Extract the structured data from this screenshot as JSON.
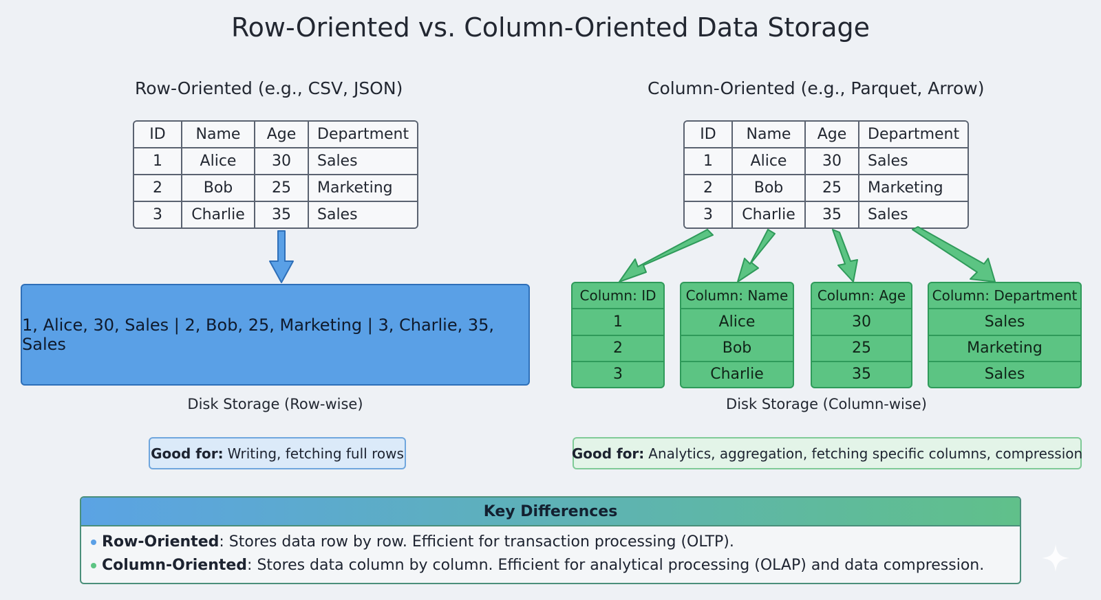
{
  "title": "Row-Oriented vs. Column-Oriented Data Storage",
  "row_section": {
    "heading": "Row-Oriented (e.g., CSV, JSON)",
    "storage_text": "1, Alice, 30, Sales | 2, Bob, 25, Marketing | 3, Charlie, 35, Sales",
    "caption": "Disk Storage (Row-wise)",
    "good_for_label": "Good for:",
    "good_for_text": "Writing, fetching full rows"
  },
  "column_section": {
    "heading": "Column-Oriented (e.g., Parquet, Arrow)",
    "columns": [
      {
        "header": "Column: ID",
        "values": [
          "1",
          "2",
          "3"
        ]
      },
      {
        "header": "Column: Name",
        "values": [
          "Alice",
          "Bob",
          "Charlie"
        ]
      },
      {
        "header": "Column: Age",
        "values": [
          "30",
          "25",
          "35"
        ]
      },
      {
        "header": "Column: Department",
        "values": [
          "Sales",
          "Marketing",
          "Sales"
        ]
      }
    ],
    "caption": "Disk Storage (Column-wise)",
    "good_for_label": "Good for:",
    "good_for_text": "Analytics, aggregation, fetching specific columns, compression"
  },
  "table": {
    "headers": [
      "ID",
      "Name",
      "Age",
      "Department"
    ],
    "rows": [
      [
        "1",
        "Alice",
        "30",
        "Sales"
      ],
      [
        "2",
        "Bob",
        "25",
        "Marketing"
      ],
      [
        "3",
        "Charlie",
        "35",
        "Sales"
      ]
    ]
  },
  "key_differences": {
    "heading": "Key Differences",
    "items": [
      {
        "term": "Row-Oriented",
        "text": ": Stores data row by row. Efficient for transaction processing (OLTP).",
        "dot_color": "#5aa0e6"
      },
      {
        "term": "Column-Oriented",
        "text": ": Stores data column by column. Efficient for analytical processing (OLAP) and data compression.",
        "dot_color": "#5cc483"
      }
    ]
  },
  "colors": {
    "row_blue": "#5aa0e6",
    "column_green": "#5cc483"
  }
}
